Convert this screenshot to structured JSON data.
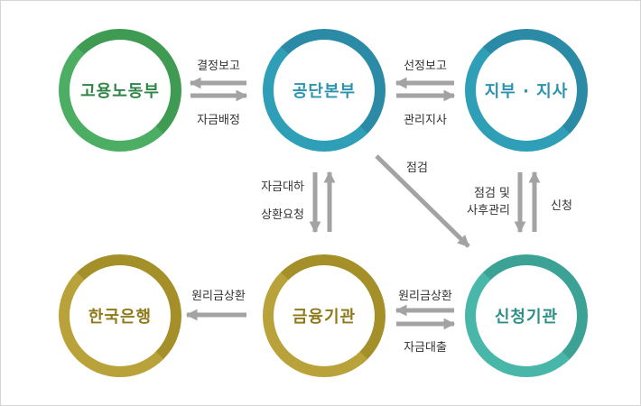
{
  "colors": {
    "green": "#4cae63",
    "green_dark": "#3f9a52",
    "green_text": "#2f8446",
    "blue": "#2f9fb8",
    "blue_dark": "#2b8aa6",
    "blue_text": "#2b93ad",
    "teal": "#49b6aa",
    "teal_dark": "#3ca296",
    "teal_text": "#2f8f86",
    "gold": "#b9a23a",
    "gold_dark": "#a48f28",
    "gold_text": "#8e7a1d",
    "arrow": "#a3a3a3"
  },
  "nodes": {
    "ministry": "고용노동부",
    "agency_hq": "공단본부",
    "branch": "지부 · 지사",
    "bank_of_korea": "한국은행",
    "financial_institution": "금융기관",
    "applicant": "신청기관"
  },
  "labels": {
    "decision_report": "결정보고",
    "fund_allocation": "자금배정",
    "selection_report": "선정보고",
    "management_branch": "관리지사",
    "inspection": "점검",
    "loan_request_line1": "자금대하",
    "loan_request_line2": "상환요청",
    "inspection_followup_line1": "점검 및",
    "inspection_followup_line2": "사후관리",
    "application": "신청",
    "repayment_to_bok": "원리금상환",
    "repayment": "원리금상환",
    "fund_loan": "자금대출"
  }
}
